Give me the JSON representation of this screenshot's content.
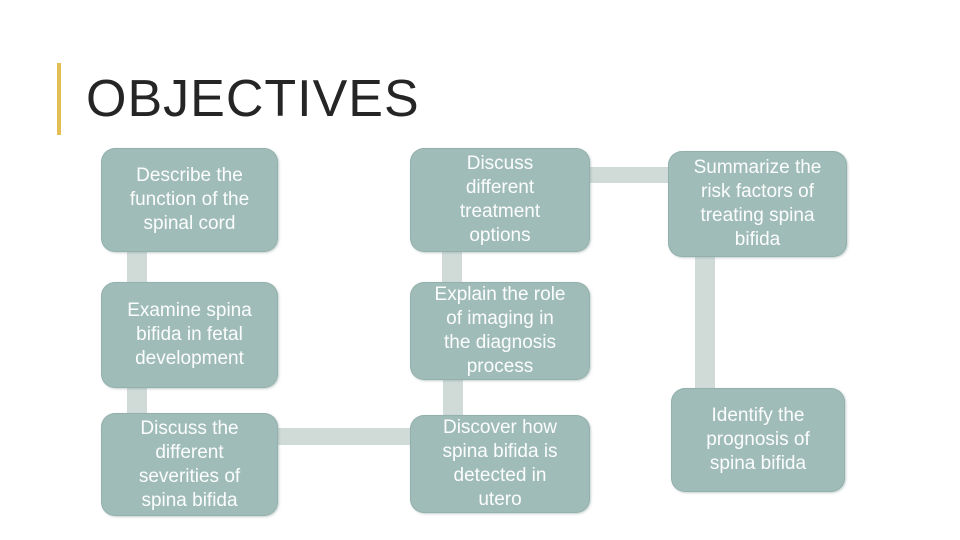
{
  "slide": {
    "title": "OBJECTIVES"
  },
  "theme": {
    "background": "#ffffff",
    "accent_line_color": "#e2be54",
    "title_color": "#252525",
    "box_fill": "#a0bcb9",
    "box_text_color": "#fbfdfc",
    "connector_fill": "#d0dbd8"
  },
  "objectives": [
    {
      "text": "Describe the\nfunction of the\nspinal cord"
    },
    {
      "text": "Discuss\ndifferent\ntreatment\noptions"
    },
    {
      "text": "Summarize the\nrisk factors of\ntreating spina\nbifida"
    },
    {
      "text": "Examine spina\nbifida in fetal\ndevelopment"
    },
    {
      "text": "Explain the role\nof imaging in\nthe diagnosis\nprocess"
    },
    {
      "text": "Discuss the\ndifferent\nseverities of\nspina bifida"
    },
    {
      "text": "Discover how\nspina bifida is\ndetected in\nutero"
    },
    {
      "text": "Identify the\nprognosis of\nspina bifida"
    }
  ]
}
